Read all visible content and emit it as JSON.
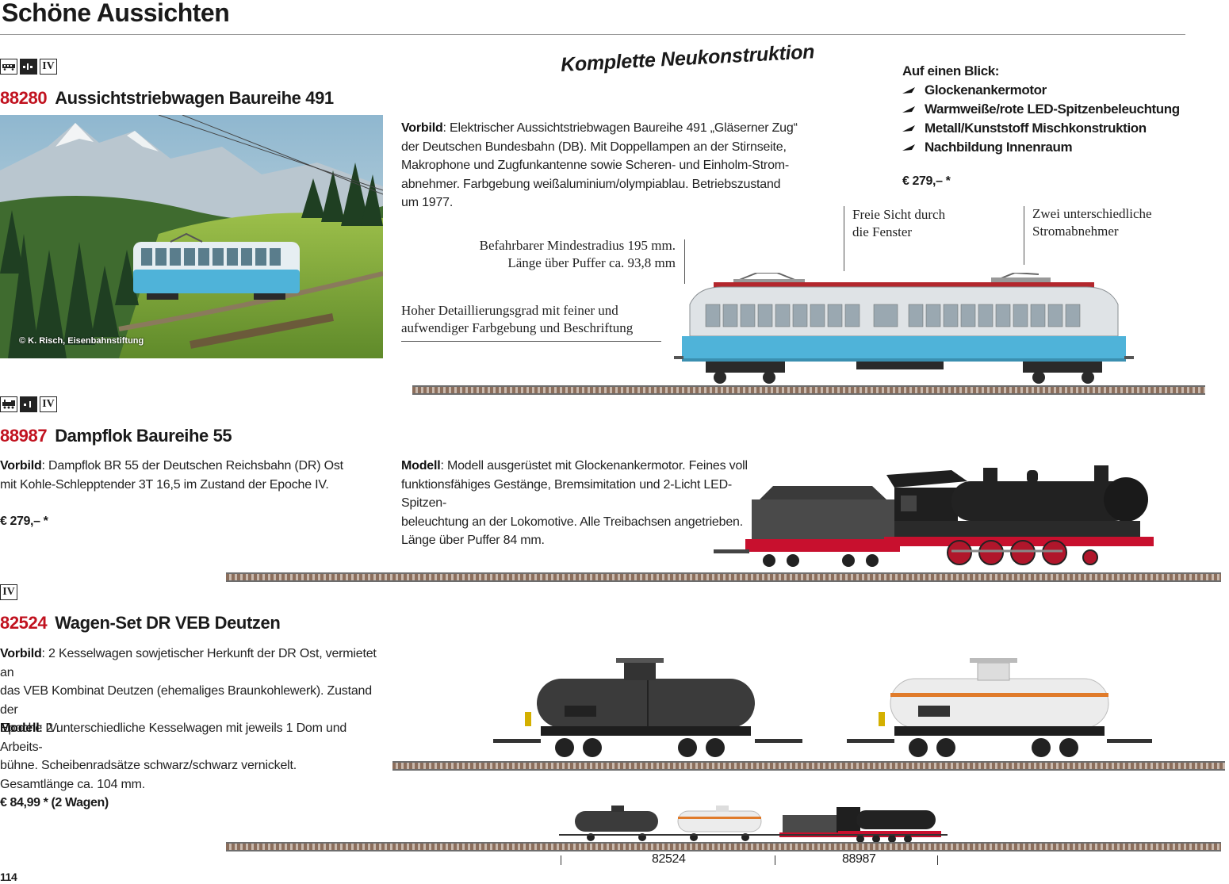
{
  "page": {
    "title": "Schöne Aussichten",
    "page_number": "114",
    "slogan": "Komplette Neukonstruktion"
  },
  "at_a_glance": {
    "title": "Auf einen Blick:",
    "items": [
      "Glockenankermotor",
      "Warmweiße/rote LED-Spitzenbeleuchtung",
      "Metall/Kunststoff Mischkonstruktion",
      "Nachbildung Innenraum"
    ],
    "price": "€ 279,– *"
  },
  "article1": {
    "epoch": "IV",
    "number": "88280",
    "name": "Aussichtstriebwagen Baureihe 491",
    "photo_credit": "© K. Risch, Eisenbahnstiftung",
    "vorbild_label": "Vorbild",
    "vorbild_lines": [
      ": Elektrischer Aussichtstriebwagen Baureihe 491 „Gläserner Zug“",
      "der Deutschen Bundesbahn (DB). Mit Doppellampen an der Stirnseite,",
      "Makrophone und Zugfunkantenne sowie Scheren- und Einholm-Strom-",
      "abnehmer. Farbgebung weißaluminium/olympiablau. Betriebszustand",
      "um 1977."
    ],
    "callout_radius": [
      "Befahrbarer Mindestradius 195 mm.",
      "Länge über Puffer ca. 93,8 mm"
    ],
    "callout_detail": [
      "Hoher Detaillierungsgrad mit feiner und",
      "aufwendiger Farbgebung und Beschriftung"
    ],
    "callout_windows": [
      "Freie Sicht durch",
      "die Fenster"
    ],
    "callout_pantographs": [
      "Zwei unterschiedliche",
      "Stromabnehmer"
    ]
  },
  "article2": {
    "epoch": "IV",
    "number": "88987",
    "name": "Dampflok Baureihe 55",
    "vorbild_label": "Vorbild",
    "vorbild_lines": [
      ": Dampflok BR 55 der Deutschen Reichsbahn (DR) Ost",
      "mit Kohle-Schlepptender 3T 16,5 im Zustand der Epoche IV."
    ],
    "price": "€ 279,– *",
    "modell_label": "Modell",
    "modell_lines": [
      ": Modell ausgerüstet mit Glockenankermotor. Feines voll",
      "funktionsfähiges Gestänge, Bremsimitation und 2-Licht LED-Spitzen-",
      "beleuchtung an der Lokomotive. Alle Treibachsen angetrieben.",
      "Länge über Puffer 84 mm."
    ]
  },
  "article3": {
    "epoch": "IV",
    "number": "82524",
    "name": "Wagen-Set DR VEB Deutzen",
    "vorbild_label": "Vorbild",
    "vorbild_lines": [
      ": 2 Kesselwagen sowjetischer Herkunft der DR Ost, vermietet an",
      "das VEB Kombinat Deutzen (ehemaliges Braunkohlewerk). Zustand der",
      "Epoche IV."
    ],
    "modell_label": "Modell",
    "modell_lines": [
      ": 2 unterschiedliche Kesselwagen mit jeweils 1 Dom und Arbeits-",
      "bühne. Scheibenradsätze schwarz/schwarz vernickelt.",
      "Gesamtlänge ca. 104 mm."
    ],
    "price": "€ 84,99 * (2 Wagen)"
  },
  "train_refs": [
    "82524",
    "88987"
  ],
  "colors": {
    "article_number": "#c1121f",
    "railcar_blue": "#4fb3d9",
    "loco_red": "#c8102e"
  }
}
